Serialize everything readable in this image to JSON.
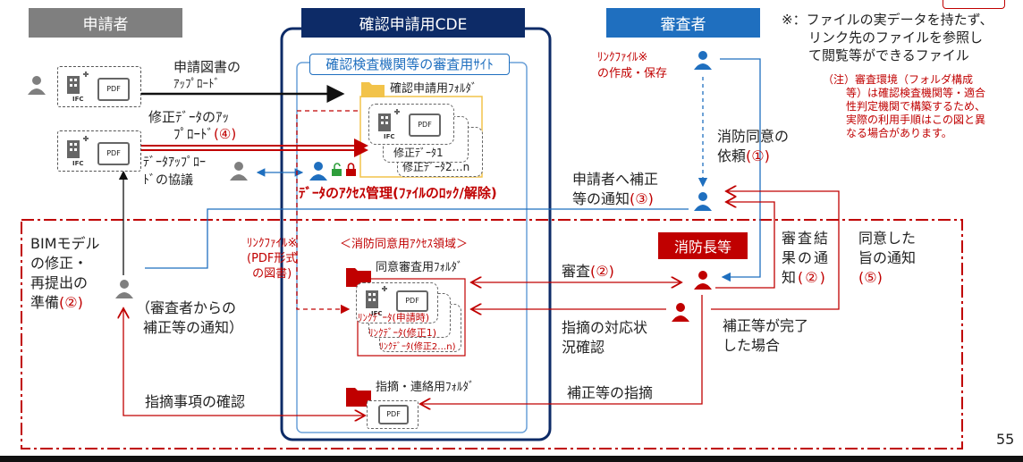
{
  "headers": {
    "applicant": "申請者",
    "cde": "確認申請用CDE",
    "reviewer": "審査者",
    "fire_chief": "消防長等"
  },
  "site_label": "確認検査機関等の審査用ｻｲﾄ",
  "note": {
    "main_lines": [
      "※：ファイルの実データを持たず、",
      "リンク先のファイルを参照し",
      "て閲覧等ができるファイル"
    ],
    "sub_lines": [
      "（注）審査環境（フォルダ構成",
      "等）は確認検査機関等・適合",
      "性判定機関で構築するため、",
      "実際の利用手順はこの図と異",
      "なる場合があります。"
    ]
  },
  "folders": {
    "confirm": "確認申請用ﾌｫﾙﾀﾞ",
    "fire_review": "同意審査用ﾌｫﾙﾀﾞ",
    "comments": "指摘・連絡用ﾌｫﾙﾀﾞ"
  },
  "files": {
    "rev1": "修正ﾃﾞｰﾀ1",
    "rev2": "修正ﾃﾞｰﾀ2…n",
    "link_initial": "ﾘﾝｸﾃﾞｰﾀ(申請時)",
    "link_rev1": "ﾘﾝｸﾃﾞｰﾀ(修正1)",
    "link_rev2": "ﾘﾝｸﾃﾞｰﾀ(修正2…n)"
  },
  "icons": {
    "ifc": "IFC",
    "pdf": "PDF"
  },
  "labels": {
    "upload_line1": "申請図書の",
    "upload_line2": "ｱｯﾌﾟﾛｰﾄﾞ",
    "fix_upload_line1": "修正ﾃﾞｰﾀのｱｯ",
    "fix_upload_line2": "ﾌﾟﾛｰﾄﾞ",
    "fix_upload_num": "(④)",
    "data_consult_line1": "ﾃﾞｰﾀｱｯﾌﾟﾛｰ",
    "data_consult_line2": "ﾄﾞの協議",
    "access_mgmt": "ﾃﾞｰﾀのｱｸｾｽ管理(ﾌｧｲﾙのﾛｯｸ/解除)",
    "link_create_line1": "ﾘﾝｸﾌｧｲﾙ※",
    "link_create_line2": "の作成・保存",
    "fire_request_line1": "消防同意の",
    "fire_request_line2": "依頼",
    "fire_request_num": "(①)",
    "notify_applicant_line1": "申請者へ補正",
    "notify_applicant_line2": "等の通知",
    "notify_applicant_num": "(③)",
    "bim_fix_line1": "BIMモデル",
    "bim_fix_line2": "の修正・",
    "bim_fix_line3": "再提出の",
    "bim_fix_line4": "準備",
    "bim_fix_num": "(②)",
    "from_reviewer_line1": "（審査者からの",
    "from_reviewer_line2": "補正等の通知）",
    "link_pdf_line1": "ﾘﾝｸﾌｧｲﾙ※",
    "link_pdf_line2": "(PDF形式",
    "link_pdf_line3": "の図書)",
    "fire_area": "＜消防同意用ｱｸｾｽ領域＞",
    "review": "審査",
    "review_num": "(②)",
    "check_status_line1": "指摘の対応状",
    "check_status_line2": "況確認",
    "correction_comment": "補正等の指摘",
    "confirm_items": "指摘事項の確認",
    "result_notice_line1": "審査結",
    "result_notice_line2": "果の通",
    "result_notice_line3": "知",
    "result_notice_num": "(②)",
    "consent_notice_line1": "同意した",
    "consent_notice_line2": "旨の通知",
    "consent_notice_num": "(⑤)",
    "completed_line1": "補正等が完了",
    "completed_line2": "した場合"
  },
  "page_number": "55",
  "colors": {
    "gray": "#7f7f7f",
    "navy": "#0d2b67",
    "blue": "#1f6fbf",
    "red": "#c00000",
    "orange": "#f2c34a"
  }
}
